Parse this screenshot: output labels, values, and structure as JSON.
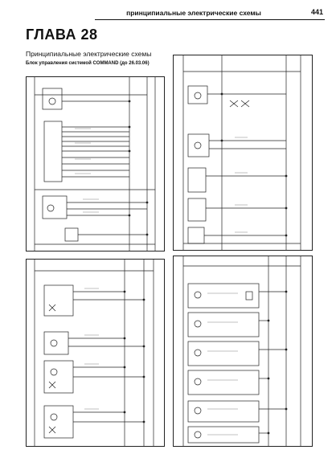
{
  "header": {
    "title": "принципиальные электрические схемы",
    "page_number": "441"
  },
  "chapter": {
    "title": "ГЛАВА 28"
  },
  "section": {
    "title": "Принципиальные электрические схемы",
    "subtitle": "Блок управления системой COMMAND (до 26.03.06)"
  },
  "colors": {
    "ink": "#222222",
    "rule": "#111111",
    "background": "#ffffff"
  }
}
